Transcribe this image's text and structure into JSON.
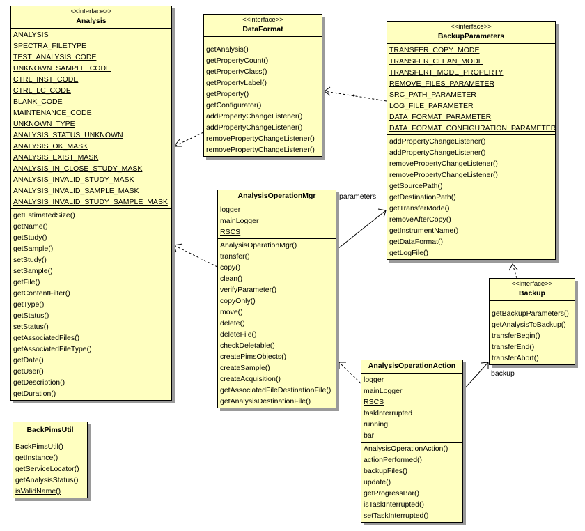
{
  "diagram_type": "UML class diagram",
  "classes": {
    "analysis": {
      "stereotype": "<<interface>>",
      "name": "Analysis",
      "attributes": [
        "ANALYSIS",
        "SPECTRA_FILETYPE",
        "TEST_ANALYSIS_CODE",
        "UNKNOWN_SAMPLE_CODE",
        "CTRL_INST_CODE",
        "CTRL_LC_CODE",
        "BLANK_CODE",
        "MAINTENANCE_CODE",
        "UNKNOWN_TYPE",
        "ANALYSIS_STATUS_UNKNOWN",
        "ANALYSIS_OK_MASK",
        "ANALYSIS_EXIST_MASK",
        "ANALYSIS_IN_CLOSE_STUDY_MASK",
        "ANALYSIS_INVALID_STUDY_MASK",
        "ANALYSIS_INVALID_SAMPLE_MASK",
        "ANALYSIS_INVALID_STUDY_SAMPLE_MASK"
      ],
      "methods": [
        "getEstimatedSize()",
        "getName()",
        "getStudy()",
        "getSample()",
        "setStudy()",
        "setSample()",
        "getFile()",
        "getContentFilter()",
        "getType()",
        "getStatus()",
        "setStatus()",
        "getAssociatedFiles()",
        "getAssociatedFileType()",
        "getDate()",
        "getUser()",
        "getDescription()",
        "getDuration()"
      ]
    },
    "dataformat": {
      "stereotype": "<<interface>>",
      "name": "DataFormat",
      "attributes": [],
      "methods": [
        "getAnalysis()",
        "getPropertyCount()",
        "getPropertyClass()",
        "getPropertyLabel()",
        "getProperty()",
        "getConfigurator()",
        "addPropertyChangeListener()",
        "addPropertyChangeListener()",
        "removePropertyChangeListener()",
        "removePropertyChangeListener()"
      ]
    },
    "backupparameters": {
      "stereotype": "<<interface>>",
      "name": "BackupParameters",
      "attributes": [
        "TRANSFER_COPY_MODE",
        "TRANSFER_CLEAN_MODE",
        "TRANSFERT_MODE_PROPERTY",
        "REMOVE_FILES_PARAMETER",
        "SRC_PATH_PARAMETER",
        "LOG_FILE_PARAMETER",
        "DATA_FORMAT_PARAMETER",
        "DATA_FORMAT_CONFIGURATION_PARAMETER"
      ],
      "methods": [
        "addPropertyChangeListener()",
        "addPropertyChangeListener()",
        "removePropertyChangeListener()",
        "removePropertyChangeListener()",
        "getSourcePath()",
        "getDestinationPath()",
        "getTransferMode()",
        "removeAfterCopy()",
        "getInstrumentName()",
        "getDataFormat()",
        "getLogFile()"
      ]
    },
    "analysisoperationmgr": {
      "name": "AnalysisOperationMgr",
      "attributes": [
        {
          "text": "logger",
          "static": true
        },
        {
          "text": "mainLogger",
          "static": true
        },
        {
          "text": "RSCS",
          "static": true
        }
      ],
      "methods": [
        "AnalysisOperationMgr()",
        "transfer()",
        "copy()",
        "clean()",
        "verifyParameter()",
        "copyOnly()",
        "move()",
        "delete()",
        "deleteFile()",
        "checkDeletable()",
        "createPimsObjects()",
        "createSample()",
        "createAcquisition()",
        "getAssociatedFileDestinationFile()",
        "getAnalysisDestinationFile()"
      ]
    },
    "analysisoperationaction": {
      "name": "AnalysisOperationAction",
      "attributes": [
        {
          "text": "logger",
          "static": true
        },
        {
          "text": "mainLogger",
          "static": true
        },
        {
          "text": "RSCS",
          "static": true
        },
        {
          "text": "taskInterrupted",
          "static": false
        },
        {
          "text": "running",
          "static": false
        },
        {
          "text": "bar",
          "static": false
        }
      ],
      "methods": [
        "AnalysisOperationAction()",
        "actionPerformed()",
        "backupFiles()",
        "update()",
        "getProgressBar()",
        "isTaskInterrupted()",
        "setTaskInterrupted()"
      ]
    },
    "backup": {
      "stereotype": "<<interface>>",
      "name": "Backup",
      "attributes": [],
      "methods": [
        "getBackupParameters()",
        "getAnalysisToBackup()",
        "transferBegin()",
        "transferEnd()",
        "transferAbort()"
      ]
    },
    "backpimsutil": {
      "name": "BackPimsUtil",
      "methods": [
        {
          "text": "BackPimsUtil()",
          "static": false
        },
        {
          "text": "getInstance()",
          "static": true
        },
        {
          "text": "getServiceLocator()",
          "static": false
        },
        {
          "text": "getAnalysisStatus()",
          "static": false
        },
        {
          "text": "isValidName()",
          "static": true
        }
      ]
    }
  },
  "relationships": [
    {
      "from": "DataFormat",
      "to": "Analysis",
      "kind": "dependency",
      "label": ""
    },
    {
      "from": "BackupParameters",
      "to": "DataFormat",
      "kind": "dependency",
      "label": ""
    },
    {
      "from": "AnalysisOperationMgr",
      "to": "Analysis",
      "kind": "dependency",
      "label": ""
    },
    {
      "from": "AnalysisOperationMgr",
      "to": "BackupParameters",
      "kind": "association",
      "label": "parameters"
    },
    {
      "from": "AnalysisOperationAction",
      "to": "AnalysisOperationMgr",
      "kind": "dependency",
      "label": ""
    },
    {
      "from": "AnalysisOperationAction",
      "to": "Backup",
      "kind": "association",
      "label": "backup"
    },
    {
      "from": "Backup",
      "to": "BackupParameters",
      "kind": "dependency",
      "label": ""
    }
  ],
  "labels": {
    "parameters": "parameters",
    "backup": "backup"
  }
}
